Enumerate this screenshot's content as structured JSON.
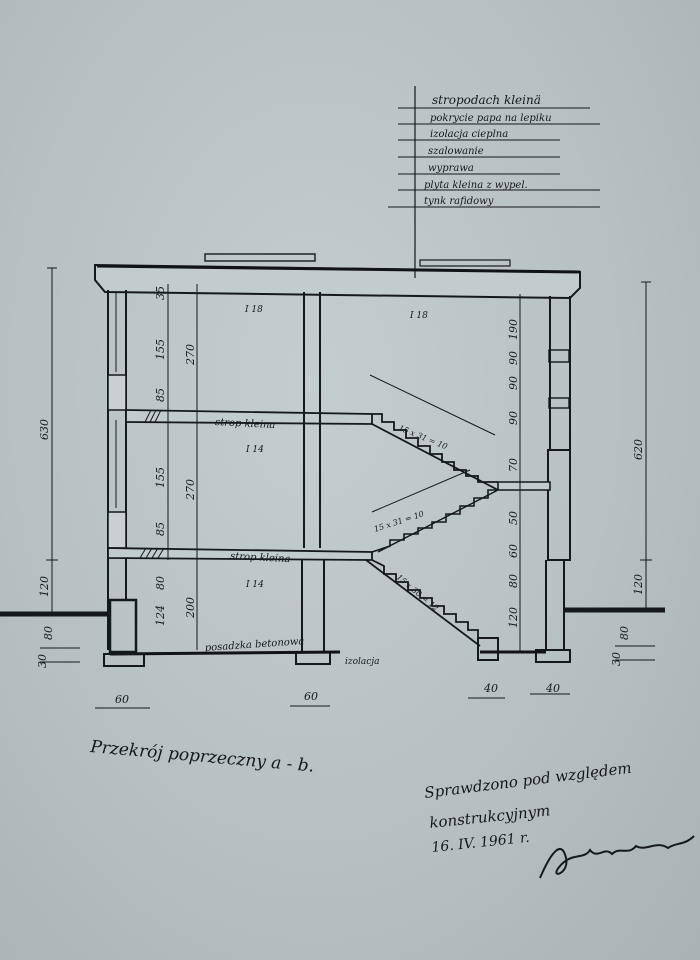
{
  "legend": [
    "stropodach kleinä",
    "pokrycie papa na lepiku",
    "izolacja cieplna",
    "szalowanie",
    "wyprawa",
    "plyta kleina z wypel.",
    "tynk rafidowy"
  ],
  "labels": {
    "strop_upper": "strop kleina",
    "strop_lower": "strop kleina",
    "floor": "posadzka betonowa",
    "insulation": "izolacja",
    "beam_top": "I 18",
    "beam_top2": "I 18",
    "beam_mid": "I 14",
    "beam_low": "I 14",
    "stair_upper": "15 x 31 = 10",
    "stair_mid": "15 x 31 = 10",
    "stair_low": "15 x 30 = 12"
  },
  "dimensions": {
    "left_total": "630",
    "right_total": "620",
    "left_120": "120",
    "left_80": "80",
    "left_ground_30": "30",
    "right_120": "120",
    "right_80": "80",
    "right_ground_30": "30",
    "col_a": [
      "155",
      "85",
      "155",
      "85",
      "80"
    ],
    "col_a_top": "35",
    "col_b": [
      "270",
      "270",
      "200"
    ],
    "col_b_ground": "124",
    "right_col": [
      "190",
      "90",
      "90",
      "90",
      "70",
      "50",
      "60",
      "80",
      "120"
    ],
    "bottom": [
      "60",
      "60",
      "40",
      "40"
    ]
  },
  "caption": "Przekrój poprzeczny a - b.",
  "approval": {
    "line1": "Sprawdzono pod względem",
    "line2": "konstrukcyjnym",
    "date": "16. IV. 1961 r.",
    "signature": "signature"
  }
}
